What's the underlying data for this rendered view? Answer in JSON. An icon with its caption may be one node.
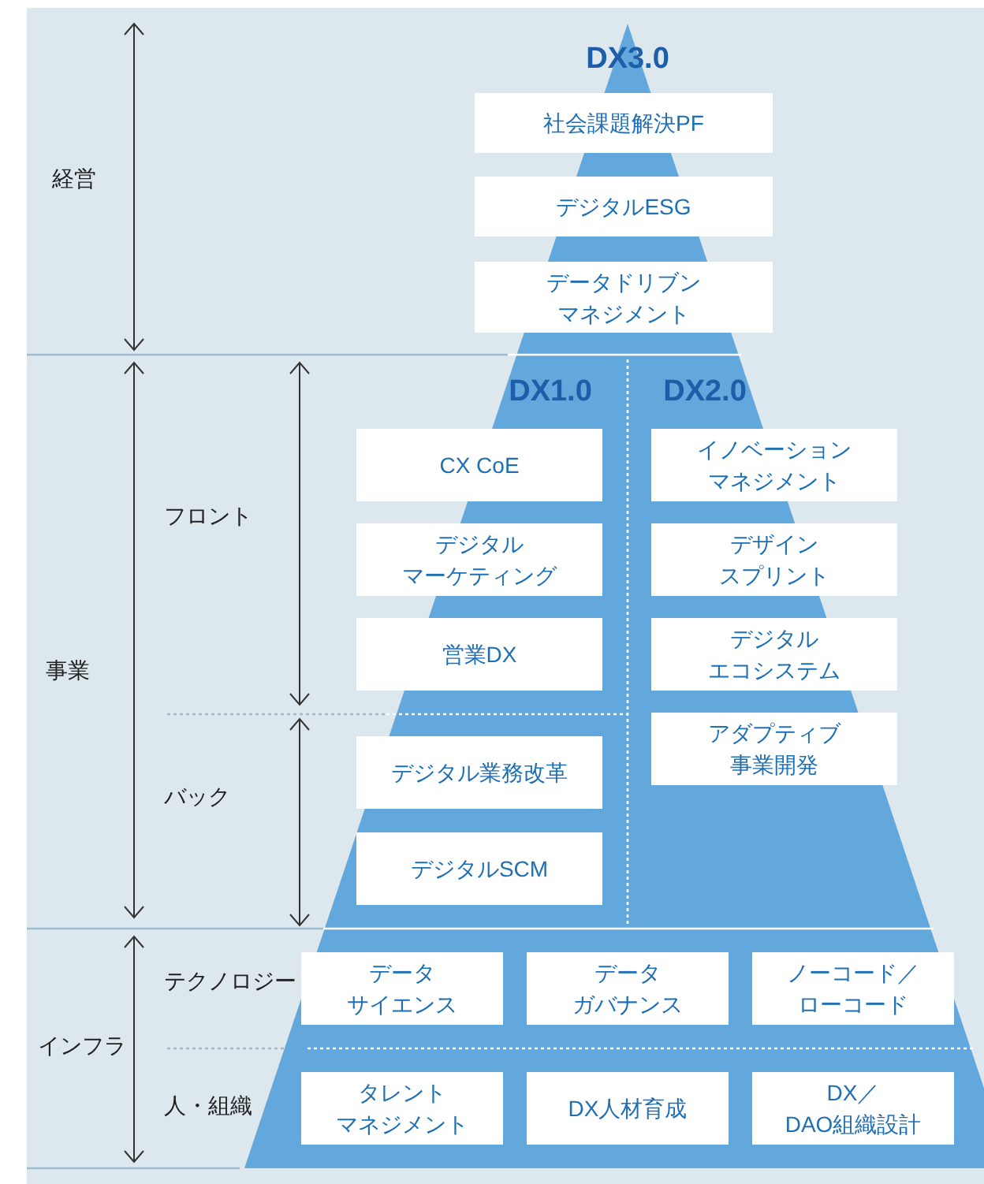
{
  "diagram": {
    "nodes": [
      {
        "text": [
          "DX3.0",
          "DX1.0",
          "DX2.0"
        ]
      },
      {
        "text": [
          "社会課題解決PF"
        ],
        "in": 0
      },
      {
        "text": [
          "デジタルESG"
        ],
        "in": 0
      },
      {
        "text": [
          "データドリブンマネジメント"
        ],
        "in": 0
      },
      {
        "text": [
          "CX CoE"
        ],
        "in": 0
      },
      {
        "text": [
          "イノベーションマネジメント"
        ],
        "in": 0
      },
      {
        "text": [
          "デジタルマーケティング"
        ],
        "in": 0
      },
      {
        "text": [
          "デザインスプリント"
        ],
        "in": 0
      },
      {
        "text": [
          "営業DX"
        ],
        "in": 0
      },
      {
        "text": [
          "デジタルエコシステム"
        ],
        "in": 0
      },
      {
        "text": [
          "アダプティブ事業開発"
        ],
        "in": 0
      },
      {
        "text": [
          "デジタル業務改革"
        ],
        "in": 0
      },
      {
        "text": [
          "デジタルSCM"
        ],
        "in": 0
      },
      {
        "text": [
          "データサイエンス"
        ],
        "in": 0
      },
      {
        "text": [
          "データガバナンス"
        ],
        "in": 0
      },
      {
        "text": [
          "ノーコード／ローコード"
        ],
        "in": 0
      },
      {
        "text": [
          "タレントマネジメント"
        ],
        "in": 0
      },
      {
        "text": [
          "DX人材育成"
        ],
        "in": 0
      },
      {
        "text": [
          "DX／DAO組織設計"
        ],
        "in": 0
      }
    ],
    "labels": [
      "経営",
      "フロント",
      "事業",
      "バック",
      "テクノロジー",
      "インフラ",
      "人・組織"
    ]
  }
}
